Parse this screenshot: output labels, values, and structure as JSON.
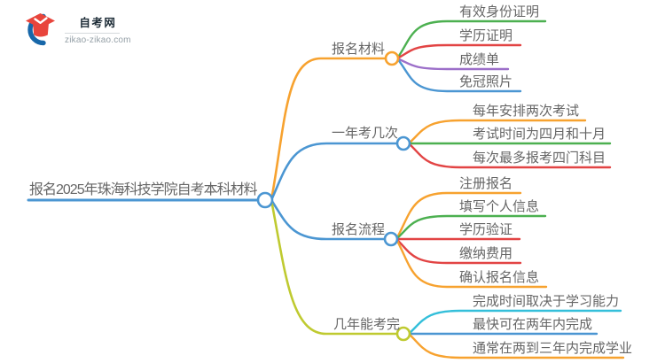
{
  "logo": {
    "site_name": "自考网",
    "site_url": "zikao-zikao.com",
    "icon": "graduation-cap-icon"
  },
  "palette": {
    "blue": "#4b96d2",
    "orange": "#f7a22f",
    "green": "#4cb050",
    "red": "#e24444",
    "purple": "#9c6fc9",
    "cyan": "#34bfda",
    "yellowgreen": "#bfca30",
    "text": "#666666",
    "logo_red": "#e8453c",
    "logo_blue": "#1767a9"
  },
  "mindmap": {
    "root": {
      "label": "报名2025年珠海科技学院自考本科材料",
      "color": "blue"
    },
    "branches": [
      {
        "label": "报名材料",
        "color": "orange",
        "children": [
          {
            "label": "有效身份证明",
            "color": "green"
          },
          {
            "label": "学历证明",
            "color": "red"
          },
          {
            "label": "成绩单",
            "color": "purple"
          },
          {
            "label": "免冠照片",
            "color": "blue"
          }
        ]
      },
      {
        "label": "一年考几次",
        "color": "blue",
        "children": [
          {
            "label": "每年安排两次考试",
            "color": "orange"
          },
          {
            "label": "考试时间为四月和十月",
            "color": "green"
          },
          {
            "label": "每次最多报考四门科目",
            "color": "red"
          }
        ]
      },
      {
        "label": "报名流程",
        "color": "blue",
        "children": [
          {
            "label": "注册报名",
            "color": "orange"
          },
          {
            "label": "填写个人信息",
            "color": "green"
          },
          {
            "label": "学历验证",
            "color": "red"
          },
          {
            "label": "缴纳费用",
            "color": "red"
          },
          {
            "label": "确认报名信息",
            "color": "orange"
          }
        ]
      },
      {
        "label": "几年能考完",
        "color": "yellowgreen",
        "children": [
          {
            "label": "完成时间取决于学习能力",
            "color": "cyan"
          },
          {
            "label": "最快可在两年内完成",
            "color": "blue"
          },
          {
            "label": "通常在两到三年内完成学业",
            "color": "orange"
          }
        ]
      }
    ]
  }
}
